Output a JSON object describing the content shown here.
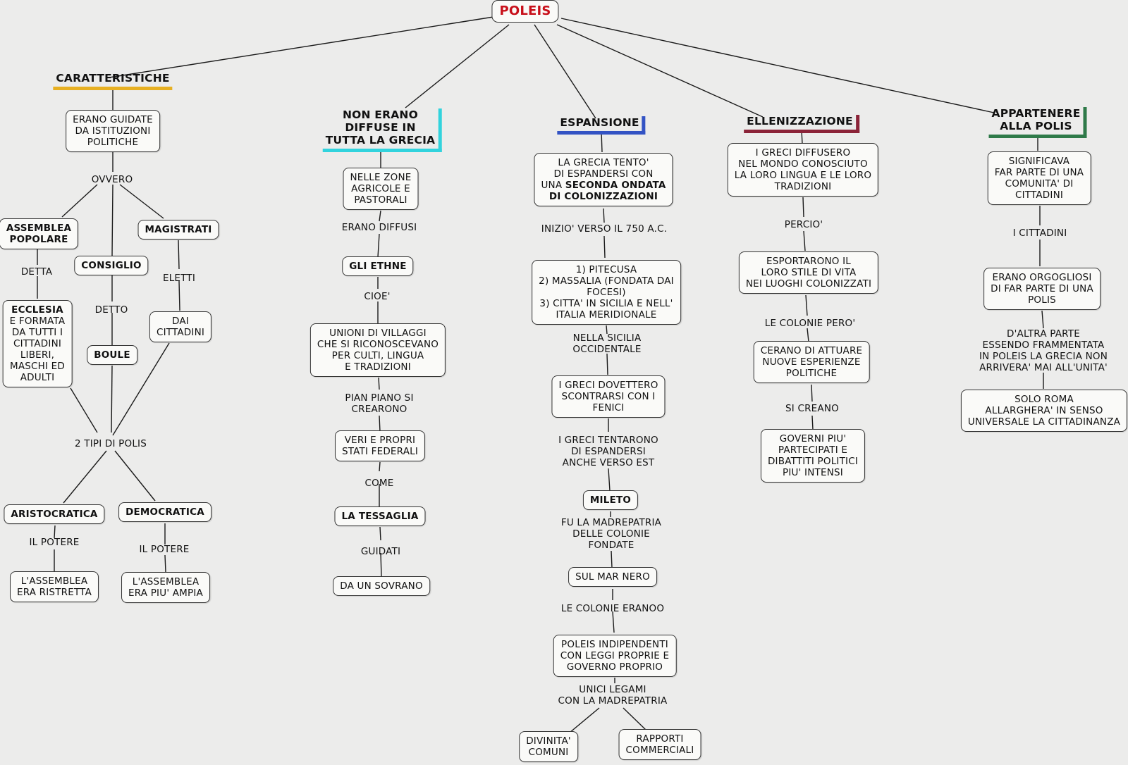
{
  "colors": {
    "root_text": "#c8101a",
    "caratteristiche": "#e7b022",
    "non_erano": "#32d3dd",
    "espansione": "#3353c4",
    "ellenizzazione": "#8b2338",
    "appartenere": "#2f7a49"
  },
  "root": "POLEIS",
  "caratteristiche": {
    "title": "CARATTERISTICHE",
    "guidate": "ERANO GUIDATE\nDA ISTITUZIONI\nPOLITICHE",
    "ovvero": "OVVERO",
    "assemblea": "ASSEMBLEA\nPOPOLARE",
    "consiglio": "CONSIGLIO",
    "magistrati": "MAGISTRATI",
    "detta": "DETTA",
    "detto": "DETTO",
    "eletti": "ELETTI",
    "ecclesia_title": "ECCLESIA",
    "ecclesia_text": "E FORMATA\nDA TUTTI I\nCITTADINI\nLIBERI,\nMASCHI ED\nADULTI",
    "boule": "BOULE",
    "dai_cittadini": "DAI\nCITTADINI",
    "tipi": "2 TIPI DI POLIS",
    "aristocratica": "ARISTOCRATICA",
    "democratica": "DEMOCRATICA",
    "il_potere_1": "IL POTERE",
    "il_potere_2": "IL POTERE",
    "assemblea_ristretta": "L'ASSEMBLEA\nERA RISTRETTA",
    "assemblea_ampia": "L'ASSEMBLEA\nERA PIU' AMPIA"
  },
  "non_erano": {
    "title": "NON ERANO\nDIFFUSE IN\nTUTTA LA GRECIA",
    "zone": "NELLE ZONE\nAGRICOLE E\nPASTORALI",
    "erano_diffusi": "ERANO DIFFUSI",
    "ethne": "GLI ETHNE",
    "cioe": "CIOE'",
    "unioni": "UNIONI DI VILLAGGI\nCHE SI RICONOSCEVANO\nPER CULTI, LINGUA\nE TRADIZIONI",
    "pian_piano": "PIAN PIANO SI\nCREARONO",
    "stati": "VERI E PROPRI\nSTATI FEDERALI",
    "come": "COME",
    "tessaglia": "LA TESSAGLIA",
    "guidati": "GUIDATI",
    "sovrano": "DA UN SOVRANO"
  },
  "espansione": {
    "title": "ESPANSIONE",
    "grecia_tento_a": "LA GRECIA TENTO'\nDI ESPANDERSI CON\nUNA ",
    "grecia_tento_b": "SECONDA ONDATA\nDI COLONIZZAZIONI",
    "inizio": "INIZIO' VERSO IL 750 A.C.",
    "colonie_list": "1) PITECUSA\n2) MASSALIA (FONDATA DAI\nFOCESI)\n3) CITTA' IN SICILIA E NELL'\nITALIA MERIDIONALE",
    "sicilia": "NELLA SICILIA\nOCCIDENTALE",
    "scontrarsi": "I GRECI DOVETTERO\nSCONTRARSI CON I\nFENICI",
    "tentarono": "I GRECI TENTARONO\nDI ESPANDERSI\nANCHE VERSO EST",
    "mileto": "MILETO",
    "madrepatria": "FU LA MADREPATRIA\nDELLE COLONIE\nFONDATE",
    "mar_nero": "SUL MAR NERO",
    "colonie_eranoo": "LE COLONIE ERANOO",
    "indipendenti": "POLEIS INDIPENDENTI\nCON LEGGI PROPRIE E\nGOVERNO PROPRIO",
    "unici_legami": "UNICI LEGAMI\nCON LA MADREPATRIA",
    "divinita": "DIVINITA'\nCOMUNI",
    "rapporti": "RAPPORTI\nCOMMERCIALI"
  },
  "ellenizzazione": {
    "title": "ELLENIZZAZIONE",
    "diffusero": "I GRECI DIFFUSERO\nNEL MONDO CONOSCIUTO\nLA LORO LINGUA E LE LORO\nTRADIZIONI",
    "percio": "PERCIO'",
    "esportarono": "ESPORTARONO IL\nLORO STILE DI VITA\nNEI LUOGHI COLONIZZATI",
    "colonie_pero": "LE COLONIE PERO'",
    "cerano": "CERANO DI ATTUARE\nNUOVE ESPERIENZE\nPOLITICHE",
    "si_creano": "SI CREANO",
    "governi": "GOVERNI PIU'\nPARTECIPATI E\nDIBATTITI POLITICI\nPIU' INTENSI"
  },
  "appartenere": {
    "title": "APPARTENERE\nALLA POLIS",
    "significava": "SIGNIFICAVA\nFAR PARTE DI UNA\nCOMUNITA' DI\nCITTADINI",
    "i_cittadini": "I CITTADINI",
    "orgogliosi": "ERANO ORGOGLIOSI\nDI FAR PARTE DI UNA\nPOLIS",
    "altra_parte": "D'ALTRA PARTE\nESSENDO FRAMMENTATA\nIN POLEIS LA GRECIA NON\nARRIVERA' MAI ALL'UNITA'",
    "solo_roma": "SOLO ROMA\nALLARGHERA' IN SENSO\nUNIVERSALE LA CITTADINANZA"
  }
}
